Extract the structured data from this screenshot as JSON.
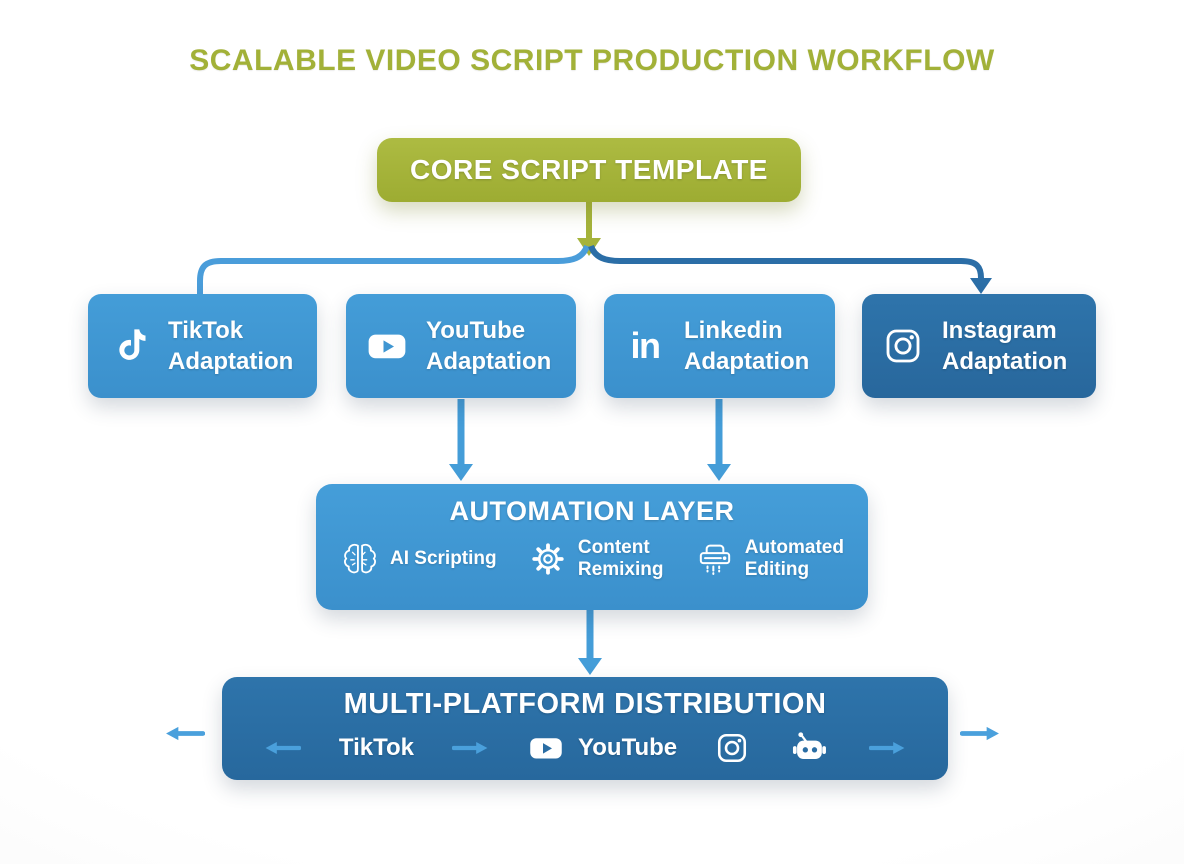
{
  "title": "SCALABLE VIDEO SCRIPT PRODUCTION WORKFLOW",
  "colors": {
    "green": "#a5b33b",
    "light_blue": "#3f96d2",
    "dark_blue": "#2b6ea7",
    "connector_light": "#4a9dda",
    "arrow_light": "#4aa0dc",
    "white": "#ffffff"
  },
  "core_box": {
    "label": "CORE SCRIPT TEMPLATE"
  },
  "platform_boxes": [
    {
      "name": "TikTok",
      "line1": "TikTok",
      "line2": "Adaptation",
      "icon": "tiktok-icon",
      "style": "light"
    },
    {
      "name": "YouTube",
      "line1": "YouTube",
      "line2": "Adaptation",
      "icon": "youtube-icon",
      "style": "light"
    },
    {
      "name": "Linkedin",
      "line1": "Linkedin",
      "line2": "Adaptation",
      "icon": "linkedin-icon",
      "icon_text": "in",
      "style": "light"
    },
    {
      "name": "Instagram",
      "line1": "Instagram",
      "line2": "Adaptation",
      "icon": "instagram-icon",
      "style": "dark"
    }
  ],
  "automation_layer": {
    "title": "AUTOMATION LAYER",
    "items": [
      {
        "icon": "brain-icon",
        "line1": "AI Scripting",
        "line2": ""
      },
      {
        "icon": "gear-icon",
        "line1": "Content",
        "line2": "Remixing"
      },
      {
        "icon": "shredder-icon",
        "line1": "Automated",
        "line2": "Editing"
      }
    ]
  },
  "distribution": {
    "title": "MULTI-PLATFORM DISTRIBUTION",
    "tiktok_label": "TikTok",
    "youtube_label": "YouTube",
    "icons": [
      "arrow-left-icon",
      "arrow-right-icon",
      "youtube-icon",
      "instagram-icon",
      "robot-icon",
      "arrow-right-icon"
    ]
  }
}
